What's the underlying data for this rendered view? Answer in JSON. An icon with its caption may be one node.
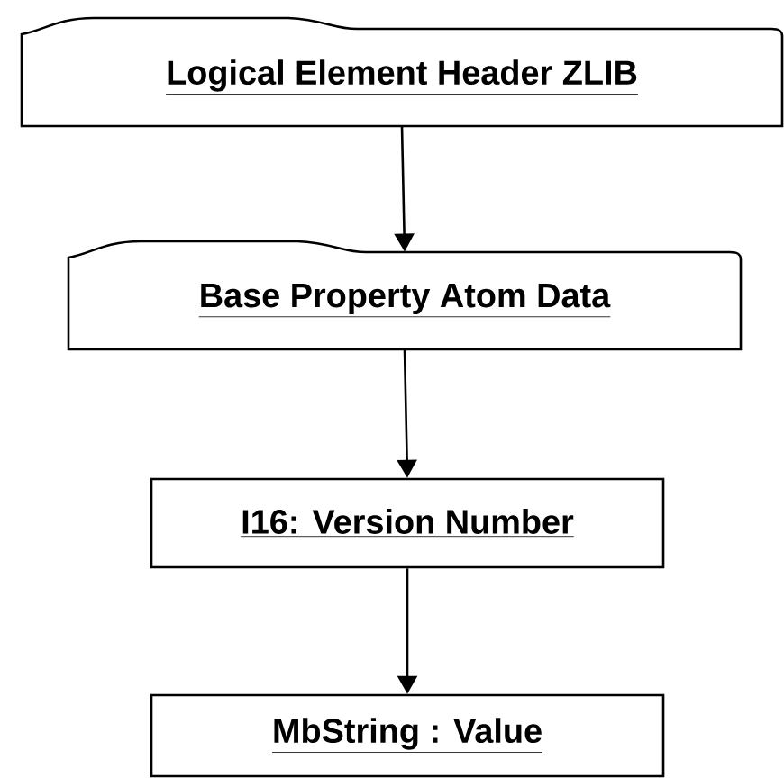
{
  "diagram": {
    "nodes": [
      {
        "text": [
          "Logical Element Header ZLIB"
        ]
      },
      {
        "text": [
          "Base Property Atom Data"
        ]
      },
      {
        "text": [
          "I16: Version Number"
        ]
      },
      {
        "text": [
          "MbString : Value"
        ]
      }
    ],
    "edges": [
      {
        "from": 0,
        "to": 1,
        "arrow": "to"
      },
      {
        "from": 1,
        "to": 2,
        "arrow": "to"
      },
      {
        "from": 2,
        "to": 3,
        "arrow": "to"
      }
    ]
  }
}
